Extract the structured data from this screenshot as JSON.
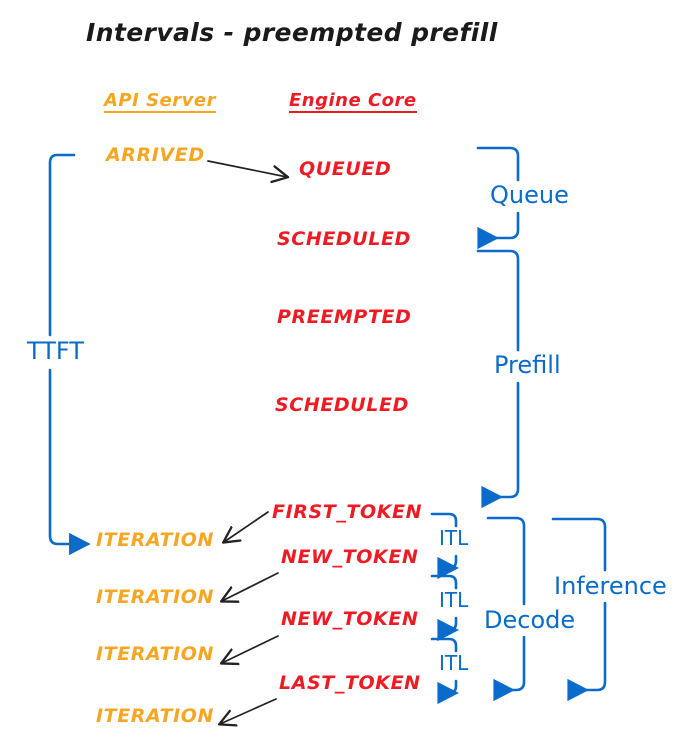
{
  "diagram": {
    "title": "Intervals - preempted prefill",
    "background_color": "#ffffff",
    "colors": {
      "title": "#1a1a1a",
      "api_server": "#F5A623",
      "engine_core": "#ED1C24",
      "annotation_blue": "#0B6BCB",
      "transition_arrow": "#222222"
    },
    "columns": [
      {
        "name": "api-server",
        "label": "API Server",
        "color": "#F5A623"
      },
      {
        "name": "engine-core",
        "label": "Engine Core",
        "color": "#ED1C24"
      }
    ],
    "api_events": [
      {
        "label": "ARRIVED"
      },
      {
        "label": "ITERATION"
      },
      {
        "label": "ITERATION"
      },
      {
        "label": "ITERATION"
      },
      {
        "label": "ITERATION"
      }
    ],
    "engine_events": [
      {
        "label": "QUEUED"
      },
      {
        "label": "SCHEDULED"
      },
      {
        "label": "PREEMPTED"
      },
      {
        "label": "SCHEDULED"
      },
      {
        "label": "FIRST_TOKEN"
      },
      {
        "label": "NEW_TOKEN"
      },
      {
        "label": "NEW_TOKEN"
      },
      {
        "label": "LAST_TOKEN"
      }
    ],
    "intervals": [
      {
        "name": "ttft",
        "label": "TTFT",
        "side": "left"
      },
      {
        "name": "queue",
        "label": "Queue",
        "side": "right"
      },
      {
        "name": "prefill",
        "label": "Prefill",
        "side": "right"
      },
      {
        "name": "itl-1",
        "label": "ITL",
        "side": "right"
      },
      {
        "name": "itl-2",
        "label": "ITL",
        "side": "right"
      },
      {
        "name": "itl-3",
        "label": "ITL",
        "side": "right"
      },
      {
        "name": "decode",
        "label": "Decode",
        "side": "right"
      },
      {
        "name": "inference",
        "label": "Inference",
        "side": "right"
      }
    ]
  }
}
